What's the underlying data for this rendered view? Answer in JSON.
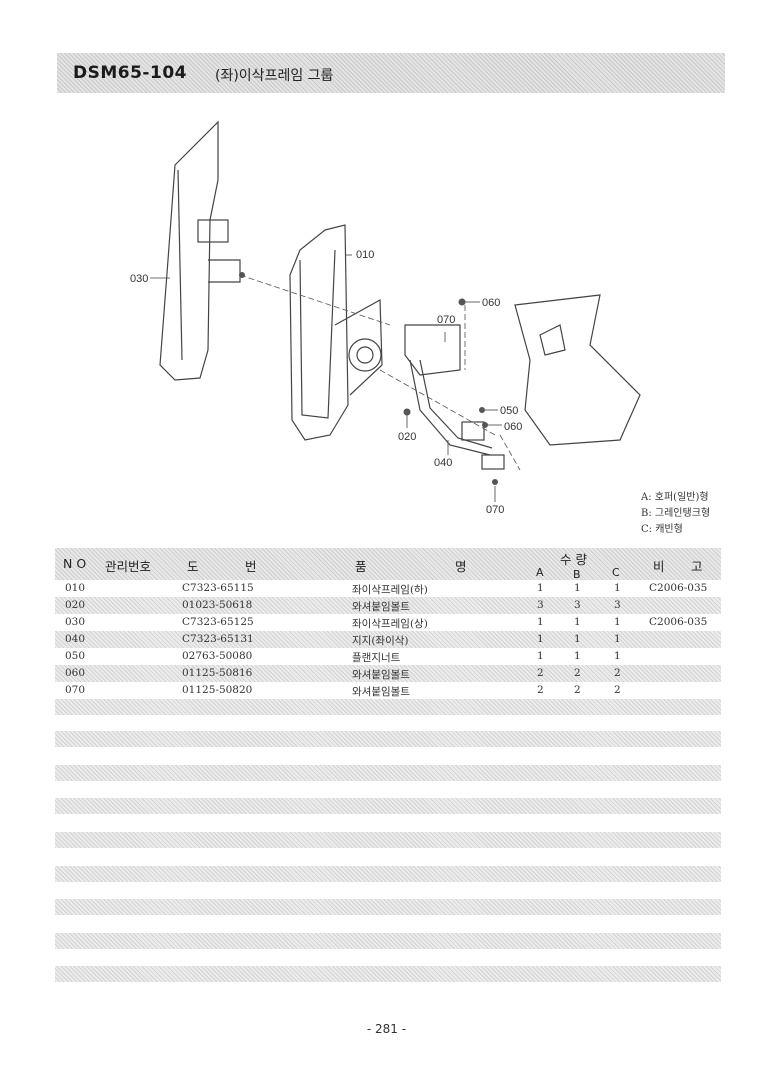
{
  "header": {
    "code": "DSM65-104",
    "title": "(좌)이삭프레임 그룹"
  },
  "diagram": {
    "labels": [
      "010",
      "030",
      "060",
      "070",
      "050",
      "060",
      "020",
      "040",
      "070"
    ]
  },
  "legend": [
    "A: 호퍼(일반)형",
    "B: 그레인탱크형",
    "C: 캐빈형"
  ],
  "table": {
    "headers": {
      "no": "N O",
      "mgmt": "관리번호",
      "drawing1": "도",
      "drawing2": "번",
      "name1": "품",
      "name2": "명",
      "qty": "수  량",
      "a": "A",
      "b": "B",
      "c": "C",
      "remark1": "비",
      "remark2": "고"
    },
    "rows": [
      {
        "no": "010",
        "part": "C7323-65115",
        "name": "좌이삭프레임(하)",
        "a": "1",
        "b": "1",
        "c": "1",
        "remark": "C2006-035"
      },
      {
        "no": "020",
        "part": "01023-50618",
        "name": "와셔붙임볼트",
        "a": "3",
        "b": "3",
        "c": "3",
        "remark": ""
      },
      {
        "no": "030",
        "part": "C7323-65125",
        "name": "좌이삭프레임(상)",
        "a": "1",
        "b": "1",
        "c": "1",
        "remark": "C2006-035"
      },
      {
        "no": "040",
        "part": "C7323-65131",
        "name": "지지(좌이삭)",
        "a": "1",
        "b": "1",
        "c": "1",
        "remark": ""
      },
      {
        "no": "050",
        "part": "02763-50080",
        "name": "플랜지너트",
        "a": "1",
        "b": "1",
        "c": "1",
        "remark": ""
      },
      {
        "no": "060",
        "part": "01125-50816",
        "name": "와셔붙임볼트",
        "a": "2",
        "b": "2",
        "c": "2",
        "remark": ""
      },
      {
        "no": "070",
        "part": "01125-50820",
        "name": "와셔붙임볼트",
        "a": "2",
        "b": "2",
        "c": "2",
        "remark": ""
      }
    ]
  },
  "page_number": "- 281 -"
}
